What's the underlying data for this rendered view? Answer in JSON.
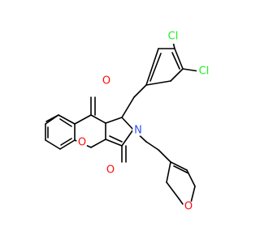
{
  "colors": {
    "background": "#ffffff",
    "bond": "#000000",
    "oxygen": "#ff0d0d",
    "nitrogen": "#3050f8",
    "chlorine": "#1ff01f"
  },
  "atoms": [
    {
      "id": "cl1",
      "symbol": "Cl",
      "element": "chlorine"
    },
    {
      "id": "cl2",
      "symbol": "Cl",
      "element": "chlorine"
    },
    {
      "id": "o-ketone",
      "symbol": "O",
      "element": "oxygen"
    },
    {
      "id": "o-lactam",
      "symbol": "O",
      "element": "oxygen"
    },
    {
      "id": "o-pyran",
      "symbol": "O",
      "element": "oxygen"
    },
    {
      "id": "o-furan",
      "symbol": "O",
      "element": "oxygen"
    },
    {
      "id": "n-ring",
      "symbol": "N",
      "element": "nitrogen"
    }
  ]
}
